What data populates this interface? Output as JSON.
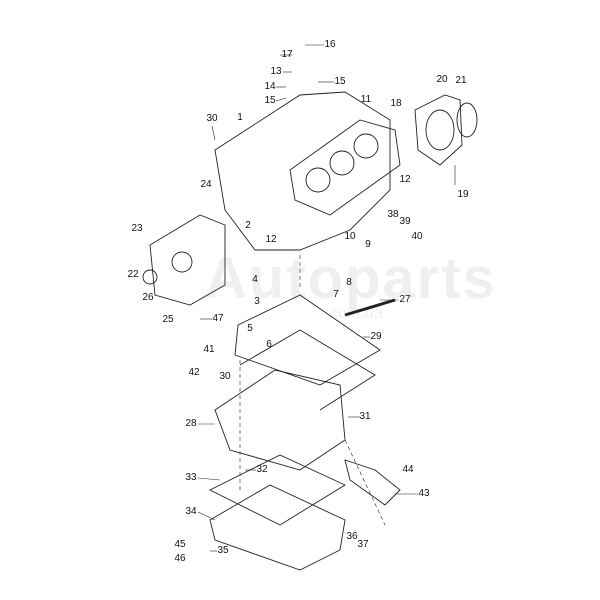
{
  "watermark": {
    "text": "Autoparts",
    "sub": "com.ua"
  },
  "callouts": [
    "16",
    "17",
    "13",
    "15",
    "14",
    "15",
    "11",
    "18",
    "20",
    "21",
    "30",
    "1",
    "12",
    "19",
    "24",
    "23",
    "38",
    "39",
    "40",
    "10",
    "9",
    "12",
    "2",
    "22",
    "26",
    "4",
    "7",
    "8",
    "27",
    "3",
    "25",
    "47",
    "5",
    "29",
    "6",
    "41",
    "42",
    "30",
    "31",
    "28",
    "32",
    "44",
    "33",
    "43",
    "34",
    "36",
    "37",
    "45",
    "35",
    "46"
  ]
}
